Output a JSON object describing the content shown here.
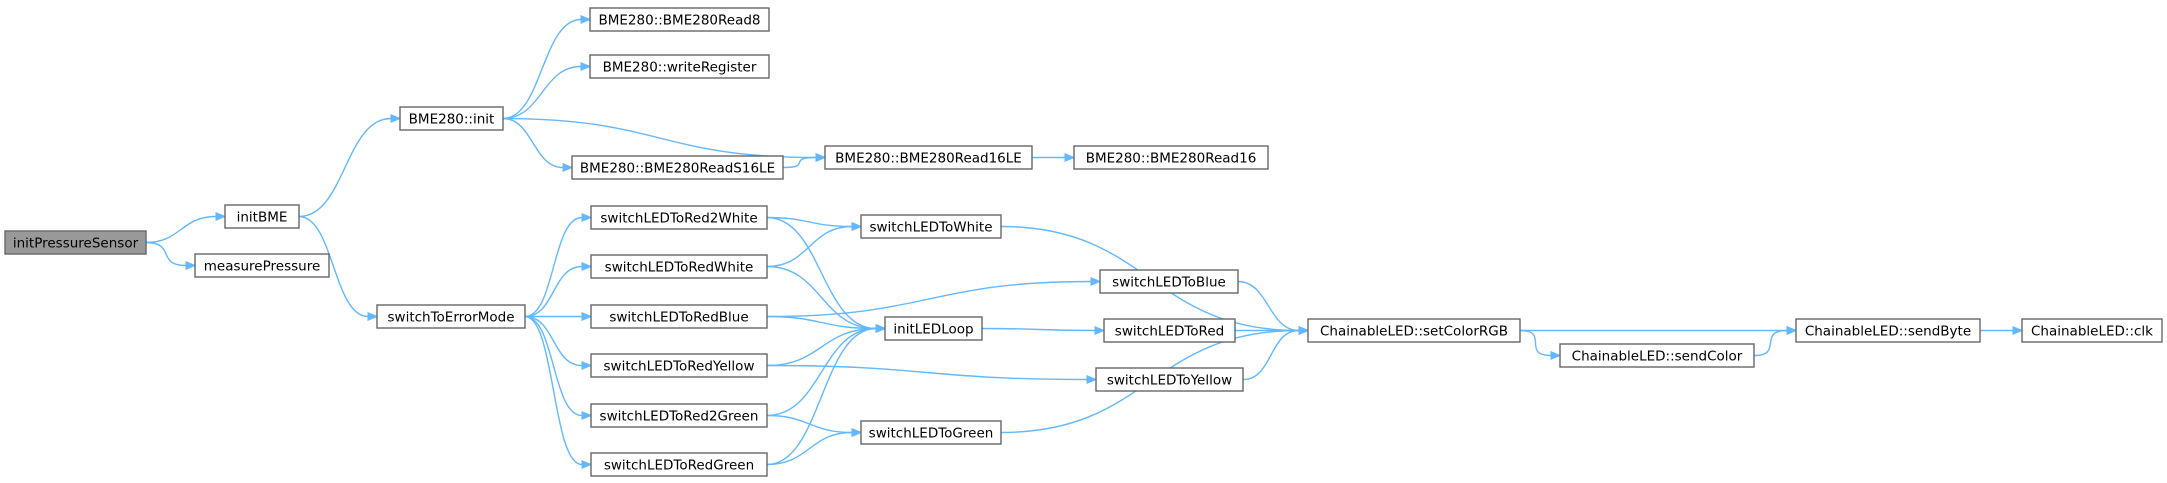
{
  "diagram": {
    "type": "call-graph",
    "colors": {
      "edge": "#63b8ff",
      "node_border": "#666666",
      "node_fill": "#ffffff",
      "root_fill": "#999999"
    },
    "nodes": [
      {
        "id": "initPressureSensor",
        "label": "initPressureSensor",
        "root": true
      },
      {
        "id": "initBME",
        "label": "initBME"
      },
      {
        "id": "measurePressure",
        "label": "measurePressure"
      },
      {
        "id": "bmeInit",
        "label": "BME280::init"
      },
      {
        "id": "switchToErrorMode",
        "label": "switchToErrorMode"
      },
      {
        "id": "read8",
        "label": "BME280::BME280Read8"
      },
      {
        "id": "writeRegister",
        "label": "BME280::writeRegister"
      },
      {
        "id": "readS16LE",
        "label": "BME280::BME280ReadS16LE"
      },
      {
        "id": "read16LE",
        "label": "BME280::BME280Read16LE"
      },
      {
        "id": "read16",
        "label": "BME280::BME280Read16"
      },
      {
        "id": "red2White",
        "label": "switchLEDToRed2White"
      },
      {
        "id": "redWhite",
        "label": "switchLEDToRedWhite"
      },
      {
        "id": "redBlue",
        "label": "switchLEDToRedBlue"
      },
      {
        "id": "redYellow",
        "label": "switchLEDToRedYellow"
      },
      {
        "id": "red2Green",
        "label": "switchLEDToRed2Green"
      },
      {
        "id": "redGreen",
        "label": "switchLEDToRedGreen"
      },
      {
        "id": "toWhite",
        "label": "switchLEDToWhite"
      },
      {
        "id": "initLEDLoop",
        "label": "initLEDLoop"
      },
      {
        "id": "toGreen",
        "label": "switchLEDToGreen"
      },
      {
        "id": "toBlue",
        "label": "switchLEDToBlue"
      },
      {
        "id": "toRed",
        "label": "switchLEDToRed"
      },
      {
        "id": "toYellow",
        "label": "switchLEDToYellow"
      },
      {
        "id": "setColorRGB",
        "label": "ChainableLED::setColorRGB"
      },
      {
        "id": "sendColor",
        "label": "ChainableLED::sendColor"
      },
      {
        "id": "sendByte",
        "label": "ChainableLED::sendByte"
      },
      {
        "id": "clk",
        "label": "ChainableLED::clk"
      }
    ],
    "edges": [
      {
        "from": "initPressureSensor",
        "to": "initBME"
      },
      {
        "from": "initPressureSensor",
        "to": "measurePressure"
      },
      {
        "from": "initBME",
        "to": "bmeInit"
      },
      {
        "from": "initBME",
        "to": "switchToErrorMode"
      },
      {
        "from": "bmeInit",
        "to": "read8"
      },
      {
        "from": "bmeInit",
        "to": "writeRegister"
      },
      {
        "from": "bmeInit",
        "to": "read16LE"
      },
      {
        "from": "bmeInit",
        "to": "readS16LE"
      },
      {
        "from": "readS16LE",
        "to": "read16LE"
      },
      {
        "from": "read16LE",
        "to": "read16"
      },
      {
        "from": "switchToErrorMode",
        "to": "red2White"
      },
      {
        "from": "switchToErrorMode",
        "to": "redWhite"
      },
      {
        "from": "switchToErrorMode",
        "to": "redBlue"
      },
      {
        "from": "switchToErrorMode",
        "to": "redYellow"
      },
      {
        "from": "switchToErrorMode",
        "to": "red2Green"
      },
      {
        "from": "switchToErrorMode",
        "to": "redGreen"
      },
      {
        "from": "red2White",
        "to": "toWhite"
      },
      {
        "from": "red2White",
        "to": "initLEDLoop"
      },
      {
        "from": "redWhite",
        "to": "toWhite"
      },
      {
        "from": "redWhite",
        "to": "initLEDLoop"
      },
      {
        "from": "redBlue",
        "to": "toBlue"
      },
      {
        "from": "redBlue",
        "to": "initLEDLoop"
      },
      {
        "from": "redYellow",
        "to": "initLEDLoop"
      },
      {
        "from": "redYellow",
        "to": "toYellow"
      },
      {
        "from": "red2Green",
        "to": "initLEDLoop"
      },
      {
        "from": "red2Green",
        "to": "toGreen"
      },
      {
        "from": "redGreen",
        "to": "initLEDLoop"
      },
      {
        "from": "redGreen",
        "to": "toGreen"
      },
      {
        "from": "initLEDLoop",
        "to": "toRed"
      },
      {
        "from": "toWhite",
        "to": "setColorRGB"
      },
      {
        "from": "toBlue",
        "to": "setColorRGB"
      },
      {
        "from": "toRed",
        "to": "setColorRGB"
      },
      {
        "from": "toYellow",
        "to": "setColorRGB"
      },
      {
        "from": "toGreen",
        "to": "setColorRGB"
      },
      {
        "from": "setColorRGB",
        "to": "sendByte"
      },
      {
        "from": "setColorRGB",
        "to": "sendColor"
      },
      {
        "from": "sendColor",
        "to": "sendByte"
      },
      {
        "from": "sendByte",
        "to": "clk"
      }
    ]
  }
}
